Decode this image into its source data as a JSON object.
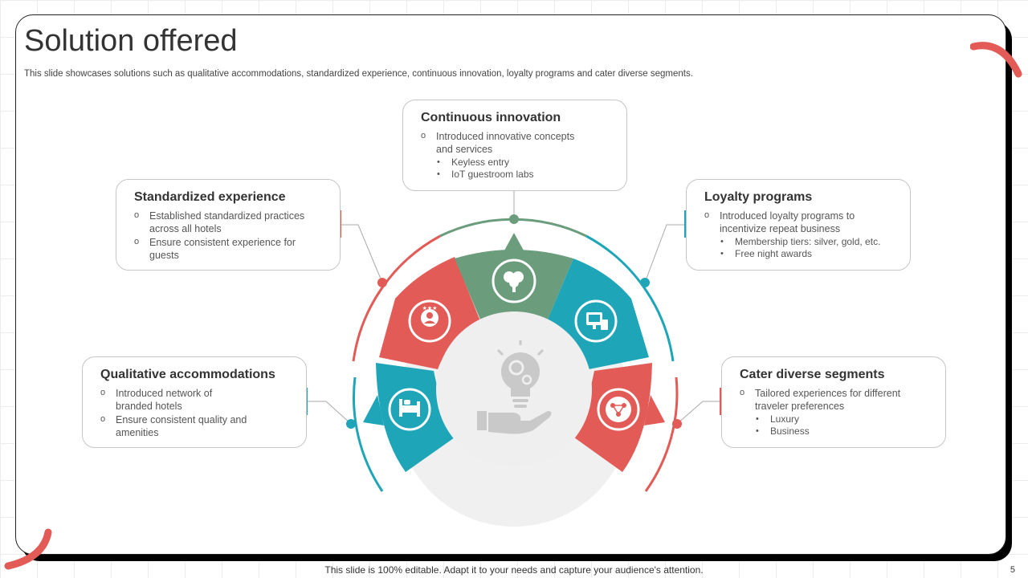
{
  "title": "Solution offered",
  "subtitle": "This slide showcases solutions such as qualitative accommodations, standardized experience, continuous innovation, loyalty programs and cater diverse segments.",
  "cards": {
    "continuous": {
      "title": "Continuous innovation",
      "points": [
        "Introduced innovative  concepts and services"
      ],
      "subs": [
        "Keyless entry",
        "IoT guestroom labs"
      ]
    },
    "standardized": {
      "title": "Standardized experience",
      "points": [
        "Established standardized practices across all hotels",
        "Ensure consistent experience for guests"
      ]
    },
    "loyalty": {
      "title": "Loyalty programs",
      "points": [
        "Introduced loyalty programs to incentivize repeat business"
      ],
      "subs": [
        "Membership tiers: silver, gold, etc.",
        "Free night awards"
      ]
    },
    "qualitative": {
      "title": "Qualitative accommodations",
      "points": [
        "Introduced network of branded hotels",
        "Ensure consistent quality and amenities"
      ]
    },
    "cater": {
      "title": "Cater diverse segments",
      "points": [
        "Tailored experiences for different traveler preferences"
      ],
      "subs": [
        "Luxury",
        "Business"
      ]
    }
  },
  "colors": {
    "red": "#e25b56",
    "teal": "#1ea5b8",
    "green": "#6b9d7d",
    "gray": "#f0f0f0",
    "icon_gray": "#c9c9c9"
  },
  "icons": [
    "bed-icon",
    "rated-person-icon",
    "brain-icon",
    "devices-icon",
    "people-network-icon",
    "lightbulb-hand-icon"
  ],
  "footer": "This slide is 100% editable. Adapt it to your needs and capture your audience's attention.",
  "page_number": "5"
}
